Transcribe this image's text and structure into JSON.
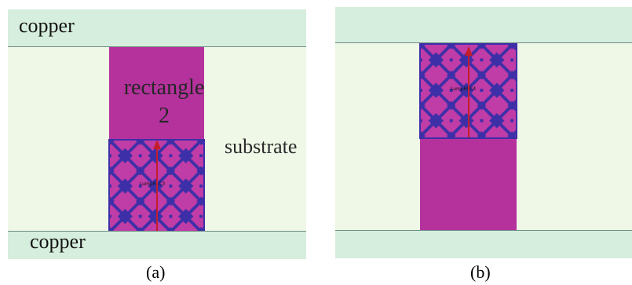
{
  "panels": {
    "a": {
      "caption": "(a)",
      "top_band_label": "copper",
      "bottom_band_label": "copper",
      "substrate_label": "substrate",
      "rectangle_label_line1": "rectangle",
      "rectangle_label_line2": "2",
      "lump_label": "LumpRLC3"
    },
    "b": {
      "caption": "(b)",
      "lump_label": "LumpRLC4"
    }
  },
  "colors": {
    "copper": "#d6eedd",
    "substrate": "#eff7e7",
    "rectangle": "#b5329d",
    "lump_pattern_light": "#c03ca6",
    "lump_pattern_dark": "#3d2fa8",
    "arrow": "#c41e2a"
  }
}
